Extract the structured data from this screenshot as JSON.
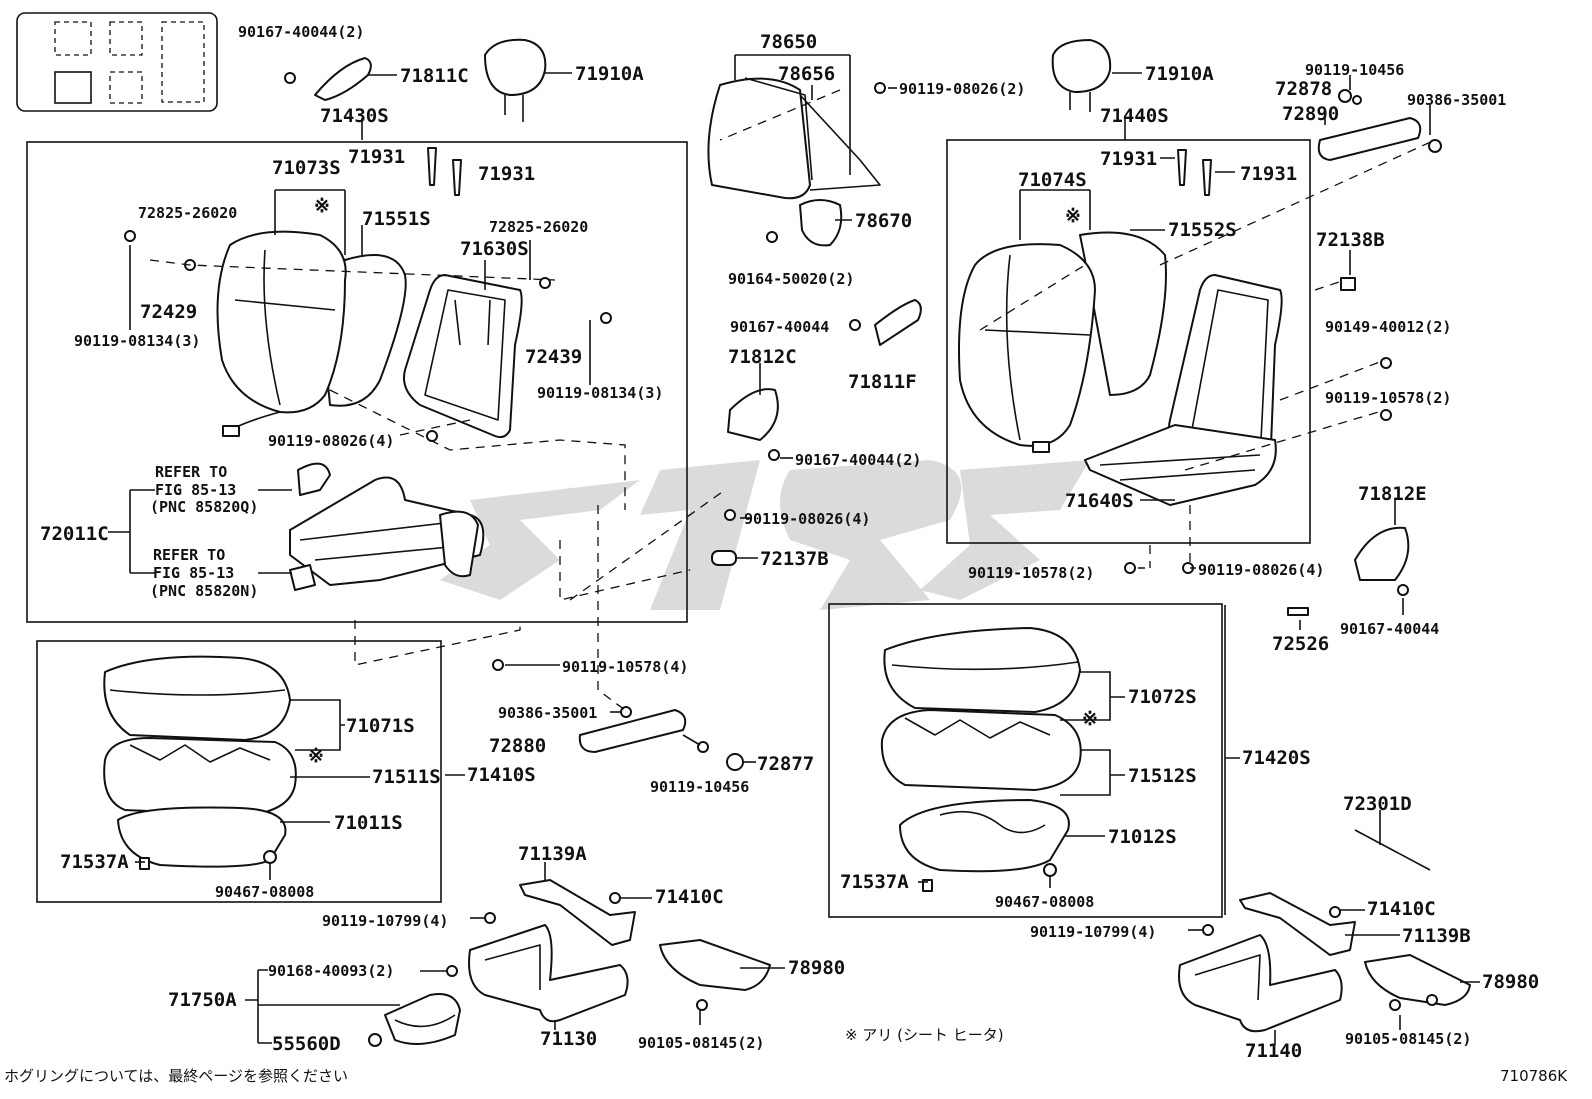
{
  "diagram": {
    "drawing_number": "710786K",
    "footnote": "ホグリングについては、最終ページを参照ください",
    "legend_note": "※ アリ (シート ヒータ)"
  },
  "labels": {
    "l_90167_40044_2_a": "90167-40044(2)",
    "l_71811C": "71811C",
    "l_71910A_left": "71910A",
    "l_71430S": "71430S",
    "l_71931_a": "71931",
    "l_71931_b": "71931",
    "l_71073S": "71073S",
    "l_72825_26020_a": "72825-26020",
    "l_71551S": "71551S",
    "l_72825_26020_b": "72825-26020",
    "l_71630S": "71630S",
    "l_72429": "72429",
    "l_90119_08134_3_a": "90119-08134(3)",
    "l_72439": "72439",
    "l_90119_08134_3_b": "90119-08134(3)",
    "l_90119_08026_4_a": "90119-08026(4)",
    "l_refer_1": "REFER TO",
    "l_fig_1": "FIG 85-13",
    "l_pnc_1": "(PNC 85820Q)",
    "l_72011C": "72011C",
    "l_refer_2": "REFER TO",
    "l_fig_2": "FIG 85-13",
    "l_pnc_2": "(PNC 85820N)",
    "l_78650": "78650",
    "l_78656": "78656",
    "l_90119_08026_2": "90119-08026(2)",
    "l_78670": "78670",
    "l_90164_50020_2": "90164-50020(2)",
    "l_90167_40044_b": "90167-40044",
    "l_71811F": "71811F",
    "l_71812C": "71812C",
    "l_90167_40044_2_c": "90167-40044(2)",
    "l_90119_08026_4_b": "90119-08026(4)",
    "l_72137B": "72137B",
    "l_90119_10578_4": "90119-10578(4)",
    "l_90386_35001_a": "90386-35001",
    "l_72880": "72880",
    "l_72877": "72877",
    "l_90119_10456_a": "90119-10456",
    "l_71910A_right": "71910A",
    "l_90119_10456_b": "90119-10456",
    "l_72878": "72878",
    "l_90386_35001_b": "90386-35001",
    "l_72890": "72890",
    "l_71440S": "71440S",
    "l_71931_c": "71931",
    "l_71931_d": "71931",
    "l_71074S": "71074S",
    "l_71552S": "71552S",
    "l_72138B": "72138B",
    "l_90149_40012_2": "90149-40012(2)",
    "l_90119_10578_2_a": "90119-10578(2)",
    "l_71640S": "71640S",
    "l_90119_10578_2_b": "90119-10578(2)",
    "l_90119_08026_4_c": "90119-08026(4)",
    "l_71812E": "71812E",
    "l_72526": "72526",
    "l_90167_40044_d": "90167-40044",
    "l_71071S": "71071S",
    "l_71511S": "71511S",
    "l_71410S": "71410S",
    "l_71011S": "71011S",
    "l_71537A_a": "71537A",
    "l_90467_08008_a": "90467-08008",
    "l_71072S": "71072S",
    "l_71512S": "71512S",
    "l_71420S": "71420S",
    "l_71012S": "71012S",
    "l_71537A_b": "71537A",
    "l_90467_08008_b": "90467-08008",
    "l_72301D": "72301D",
    "l_71139A": "71139A",
    "l_71410C_a": "71410C",
    "l_90119_10799_4_a": "90119-10799(4)",
    "l_90168_40093_2": "90168-40093(2)",
    "l_71750A": "71750A",
    "l_55560D": "55560D",
    "l_71130": "71130",
    "l_78980_a": "78980",
    "l_90105_08145_2_a": "90105-08145(2)",
    "l_71410C_b": "71410C",
    "l_90119_10799_4_b": "90119-10799(4)",
    "l_71139B": "71139B",
    "l_78980_b": "78980",
    "l_71140": "71140",
    "l_90105_08145_2_b": "90105-08145(2)"
  }
}
